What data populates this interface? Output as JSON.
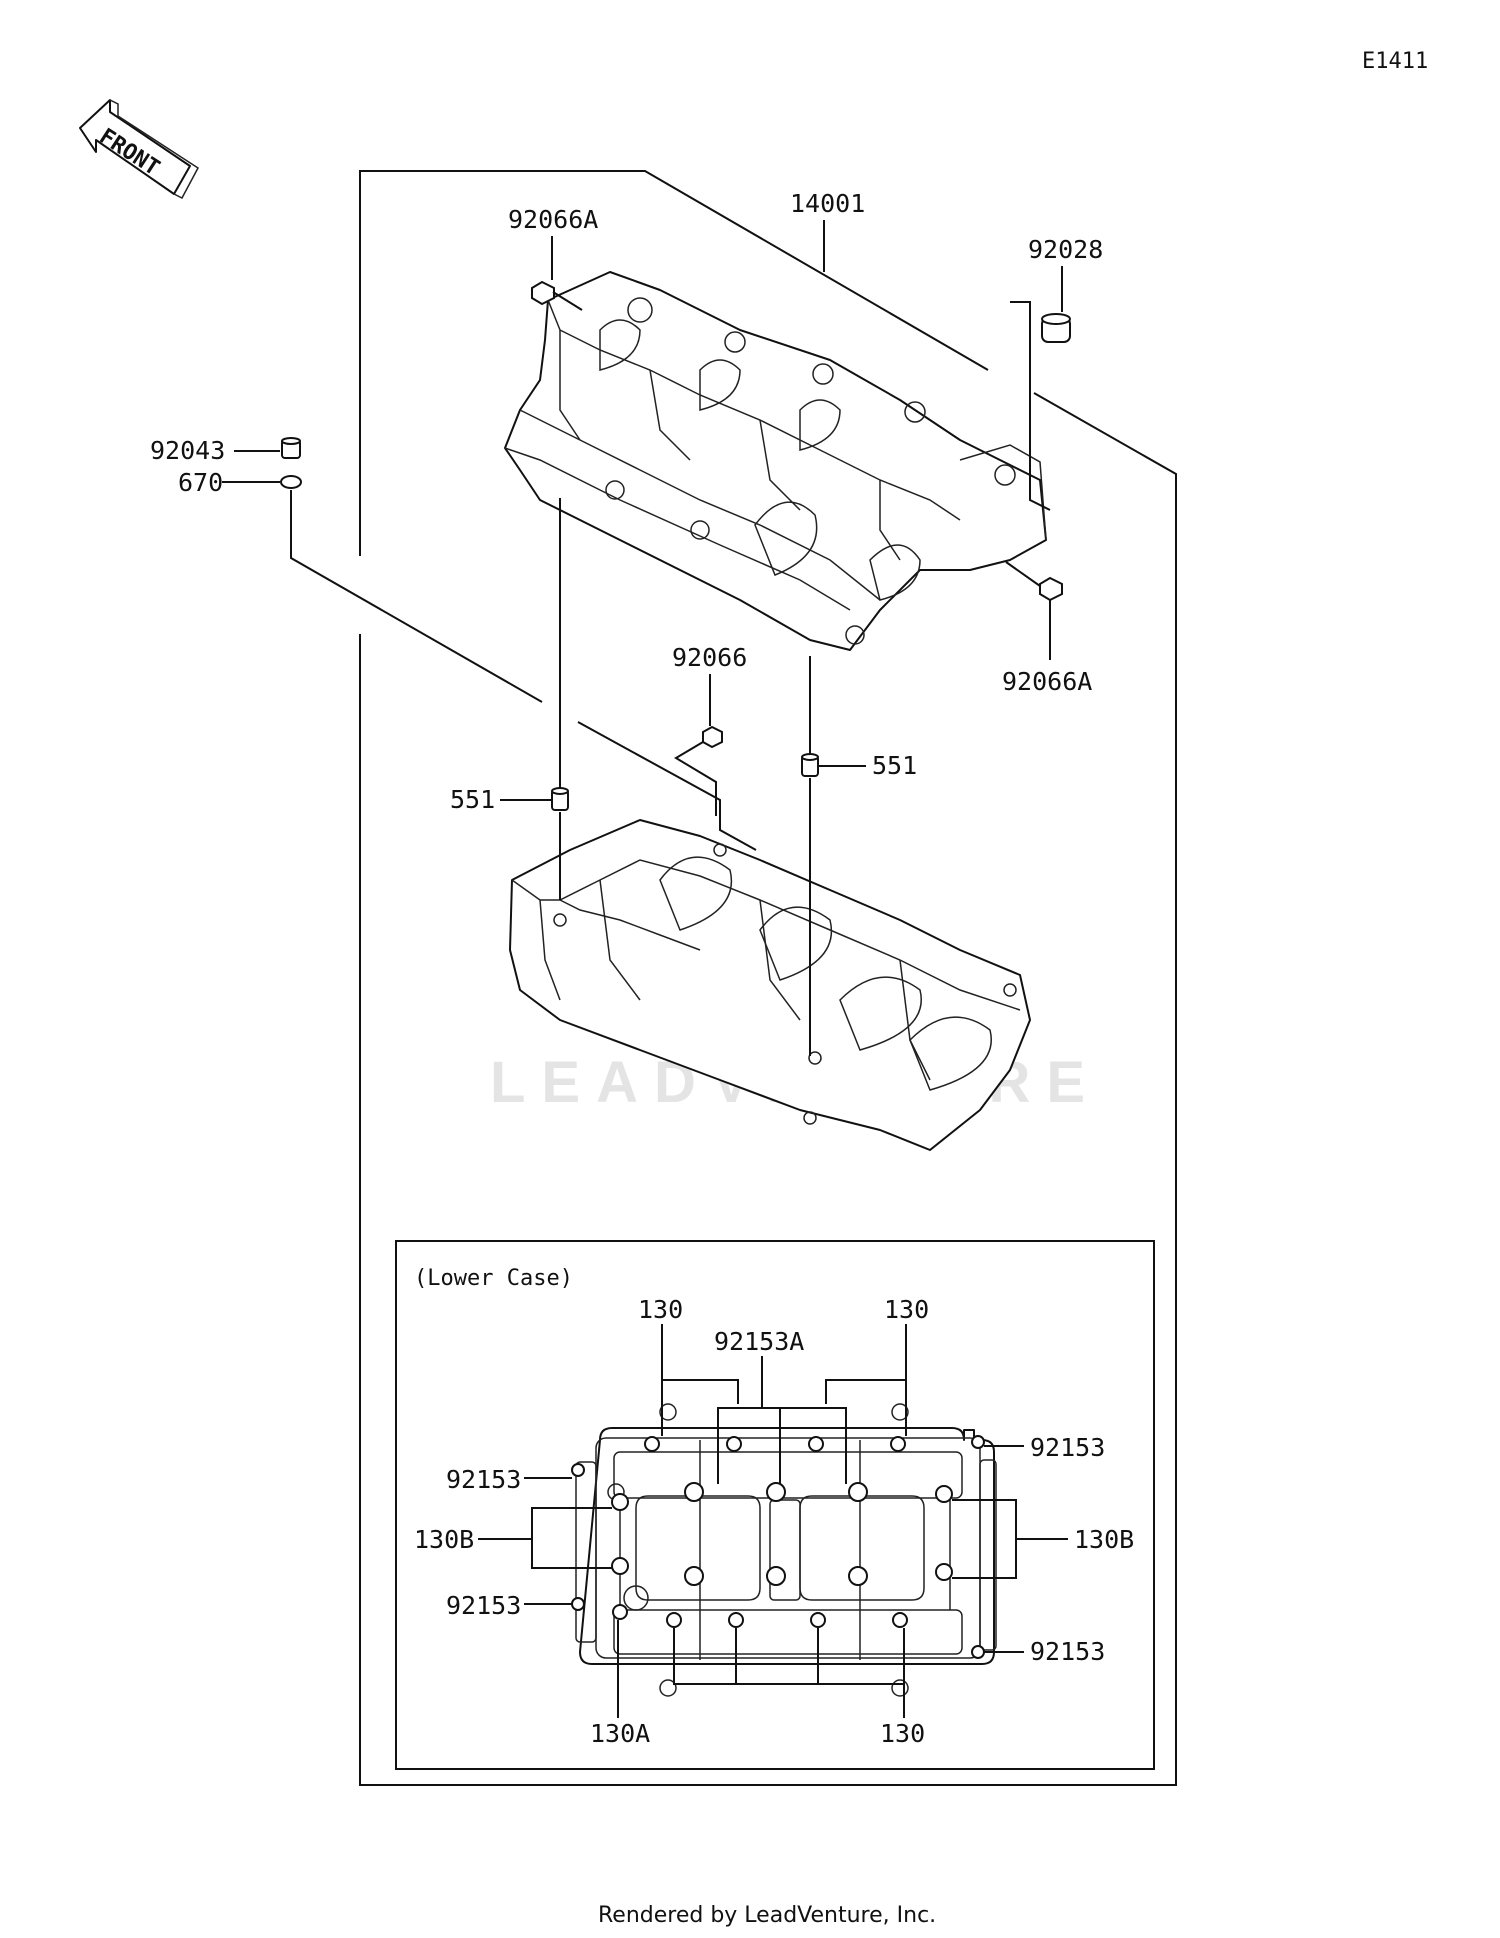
{
  "diagram_code": "E1411",
  "front_label": "FRONT",
  "watermark": "LEADVENTURE",
  "footer": "Rendered by LeadVenture, Inc.",
  "inset": {
    "title": "(Lower Case)"
  },
  "callouts": {
    "p92066A_top": "92066A",
    "p14001": "14001",
    "p92028": "92028",
    "p92043": "92043",
    "p670": "670",
    "p92066A_right": "92066A",
    "p92066": "92066",
    "p551_left": "551",
    "p551_right": "551",
    "p130_top_left": "130",
    "p92153A": "92153A",
    "p130_top_right": "130",
    "p92153_left_top": "92153",
    "p92153_right_top": "92153",
    "p130B_left": "130B",
    "p130B_right": "130B",
    "p92153_left_bottom": "92153",
    "p92153_right_bottom": "92153",
    "p130A": "130A",
    "p130_bottom": "130"
  }
}
